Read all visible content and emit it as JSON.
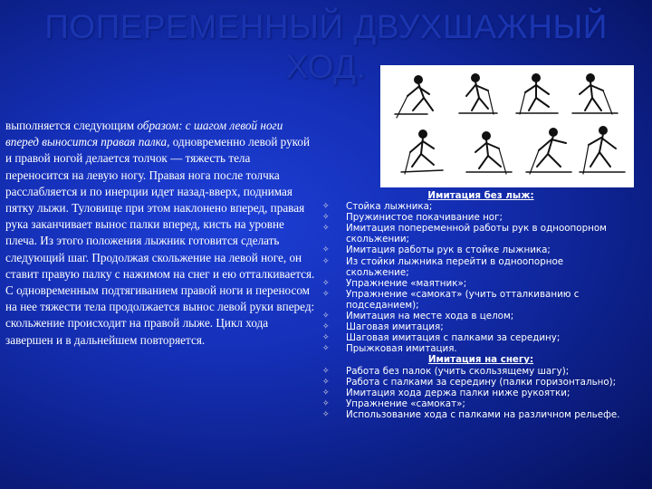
{
  "slide": {
    "title_line1": "ПОПЕРЕМЕННЫЙ ДВУХШАЖНЫЙ",
    "title_line2": "ХОД.",
    "paragraph_intro": "выполняется следующим ",
    "paragraph_italic": "образом: с шагом левой ноги вперед выносится правая палка,",
    "paragraph_body": " одновременно левой рукой и правой ногой делается толчок — тяжесть тела переносится на левую ногу. Правая нога после толчка расслабляется и по инерции идет назад-вверх, поднимая пятку лыжи. Туловище при этом наклонено вперед, правая рука заканчивает вынос палки вперед, кисть на уровне плеча. Из этого положения лыжник готовится сделать следующий шаг. Продолжая скольжение на левой ноге, он ставит правую палку с нажимом на снег и ею отталкивается. С одновременным подтягиванием правой ноги и переносом на нее тяжести тела продолжается вынос левой руки вперед: скольжение происходит на правой лыже. Цикл хода завершен и в дальнейшем повторяется."
  },
  "section1": {
    "heading": "Имитация без лыж:",
    "items": [
      "Стойка лыжника;",
      "Пружинистое покачивание ног;",
      "Имитация попеременной работы рук в одноопорном скольжении;",
      "Имитация работы рук в стойке лыжника;",
      "Из стойки лыжника перейти в одноопорное скольжение;",
      "Упражнение «маятник»;",
      "Упражнение «самокат» (учить отталкиванию с подседанием);",
      "Имитация на месте хода в целом;",
      "Шаговая имитация;",
      "Шаговая имитация с палками за середину;",
      "Прыжковая имитация."
    ]
  },
  "section2": {
    "heading": "Имитация на снегу:",
    "items": [
      "Работа без палок (учить скользящему шагу);",
      "Работа с палками за середину (палки горизонтально);",
      "Имитация хода держа палки ниже рукоятки;",
      "Упражнение «самокат»;",
      "Использование хода с палками на различном рельефе."
    ]
  },
  "icons": {
    "bullet": "diamond-bullet-icon",
    "image": "skier-sequence-illustration"
  },
  "colors": {
    "background": "#1530b8",
    "title": "#1b35b0",
    "text": "#ffffff"
  }
}
